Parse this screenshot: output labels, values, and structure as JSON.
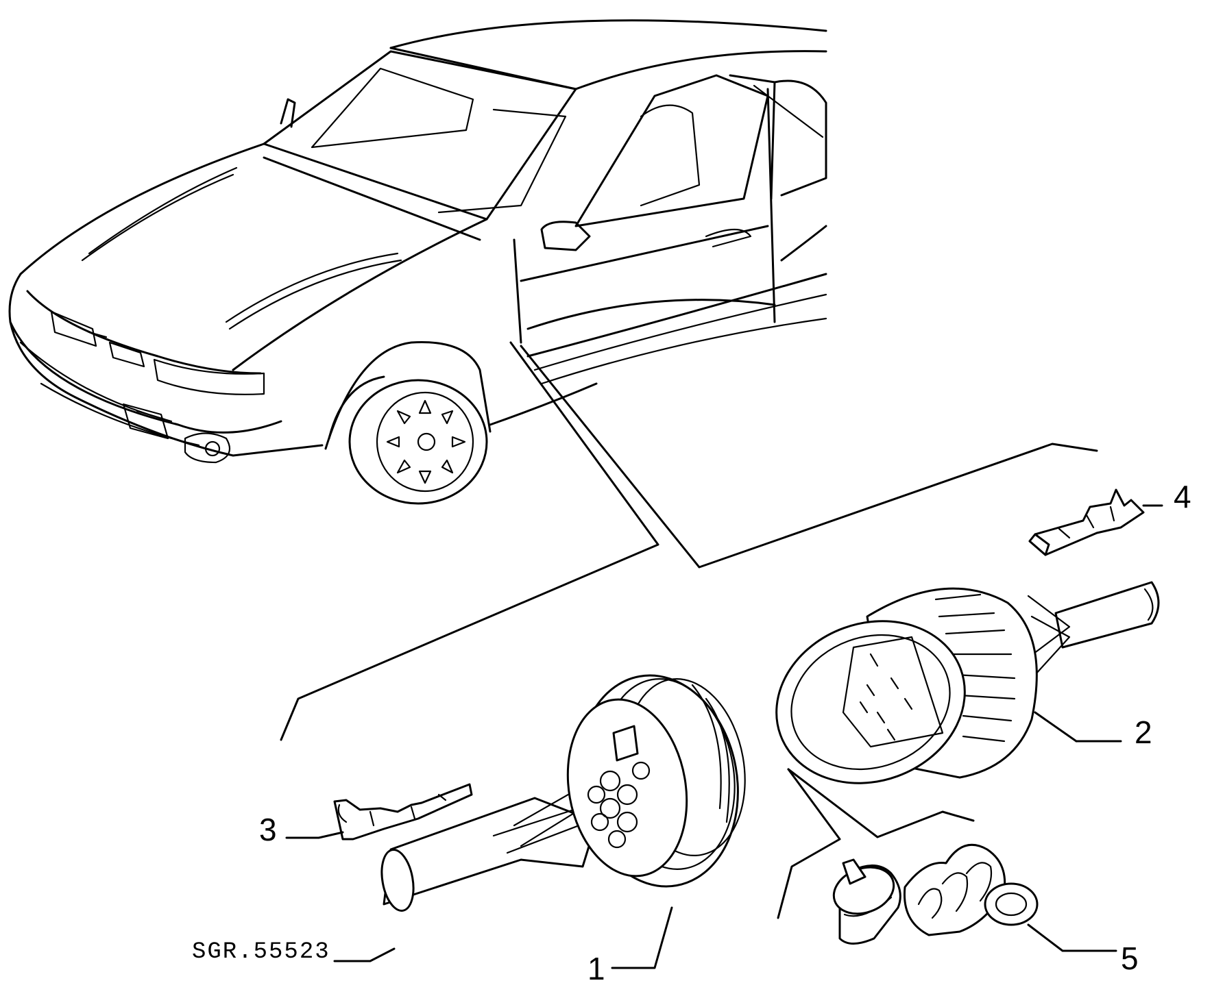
{
  "diagram": {
    "drawing_code": "SGR.55523",
    "callouts": [
      {
        "id": "1",
        "label": "1"
      },
      {
        "id": "2",
        "label": "2"
      },
      {
        "id": "3",
        "label": "3"
      },
      {
        "id": "4",
        "label": "4"
      },
      {
        "id": "5",
        "label": "5"
      }
    ]
  }
}
